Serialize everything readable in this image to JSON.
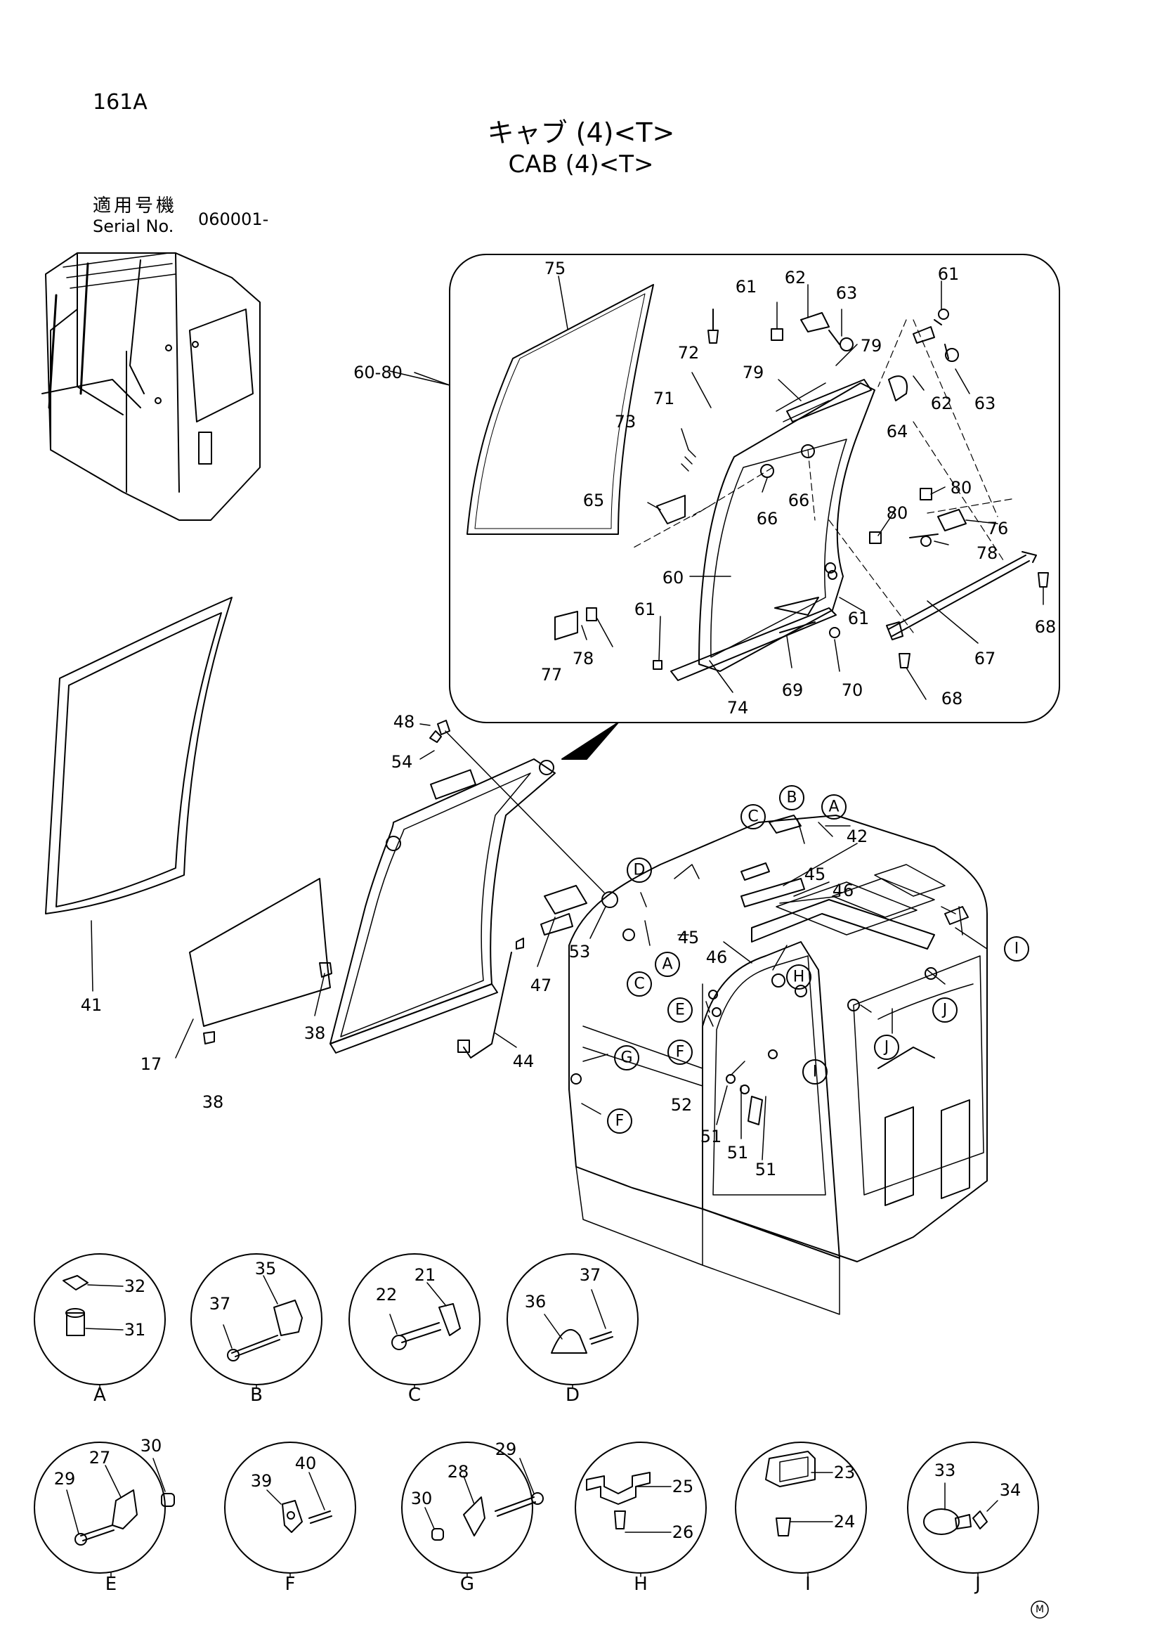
{
  "header": {
    "page_number": "161A",
    "title_jp": "キャブ (4)<T>",
    "title_en": "CAB (4)<T>",
    "serial_label_jp": "適用号機",
    "serial_label_en": "Serial No.",
    "serial_value": "060001-"
  },
  "callouts": {
    "n75": "75",
    "n61a": "61",
    "n62a": "62",
    "n63a": "63",
    "n61b": "61",
    "n60_80": "60-80",
    "n72": "72",
    "n79a": "79",
    "n79b": "79",
    "n71": "71",
    "n73": "73",
    "n62b": "62",
    "n63b": "63",
    "n64": "64",
    "n65": "65",
    "n66a": "66",
    "n66b": "66",
    "n80a": "80",
    "n80b": "80",
    "n76": "76",
    "n78a": "78",
    "n60": "60",
    "n61c": "61",
    "n61d": "61",
    "n68a": "68",
    "n78b": "78",
    "n77": "77",
    "n67": "67",
    "n69": "69",
    "n70": "70",
    "n74": "74",
    "n68b": "68",
    "n48": "48",
    "n54": "54",
    "n41": "41",
    "n17": "17",
    "n38a": "38",
    "n38b": "38",
    "n53": "53",
    "n47": "47",
    "n44": "44",
    "n42": "42",
    "n45a": "45",
    "n46a": "46",
    "n45b": "45",
    "n46b": "46",
    "n52": "52",
    "n51a": "51",
    "n51b": "51",
    "n51c": "51"
  },
  "letters": {
    "b_top": "B",
    "c_top": "C",
    "a_top": "A",
    "d_left": "D",
    "c_left": "C",
    "a_mid": "A",
    "h_mid": "H",
    "e_mid": "E",
    "f_mid": "F",
    "i_right": "I",
    "j_mid1": "J",
    "j_mid2": "J",
    "i_mid": "I",
    "g_left": "G",
    "f_left": "F"
  },
  "details": {
    "A": {
      "label": "A",
      "parts": [
        "32",
        "31"
      ]
    },
    "B": {
      "label": "B",
      "parts": [
        "35",
        "37"
      ]
    },
    "C": {
      "label": "C",
      "parts": [
        "21",
        "22"
      ]
    },
    "D": {
      "label": "D",
      "parts": [
        "37",
        "36"
      ]
    },
    "E": {
      "label": "E",
      "parts": [
        "30",
        "27",
        "29"
      ]
    },
    "F": {
      "label": "F",
      "parts": [
        "40",
        "39"
      ]
    },
    "G": {
      "label": "G",
      "parts": [
        "29",
        "28",
        "30"
      ]
    },
    "H": {
      "label": "H",
      "parts": [
        "25",
        "26"
      ]
    },
    "I": {
      "label": "I",
      "parts": [
        "23",
        "24"
      ]
    },
    "J": {
      "label": "J",
      "parts": [
        "33",
        "34"
      ]
    }
  },
  "mark": "M"
}
